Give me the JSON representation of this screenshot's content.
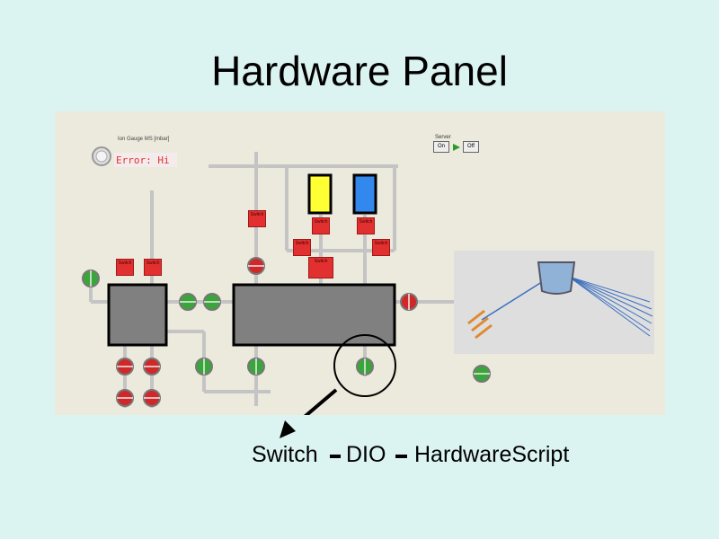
{
  "slide": {
    "title": "Hardware Panel",
    "caption": {
      "part1": "Switch",
      "part2": "DIO",
      "part3": "HardwareScript"
    }
  },
  "panel": {
    "gauge_label": "Ion Gauge MS [mbar]",
    "error_text": "Error: Hi",
    "server": {
      "label": "Server",
      "on_label": "On",
      "off_label": "Off"
    },
    "switch_label": "Switch"
  },
  "colors": {
    "background": "#dcf4f1",
    "panel": "#ece9dd",
    "chamber": "#808080",
    "switch": "#e23030",
    "valve_open": "#3aa53a",
    "valve_closed": "#d02828",
    "lamp_yellow": "#ffff33",
    "lamp_blue": "#3388ee",
    "error_text": "#e53030"
  },
  "icons": [
    "power-knob-icon",
    "play-arrow-icon",
    "valve-icon",
    "arrow-icon",
    "highlight-circle-icon"
  ]
}
